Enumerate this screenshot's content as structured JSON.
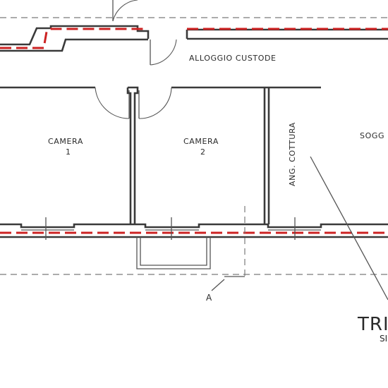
{
  "labels": {
    "alloggio_custode": "ALLOGGIO CUSTODE",
    "camera_1_name": "CAMERA",
    "camera_1_num": "1",
    "camera_2_name": "CAMERA",
    "camera_2_num": "2",
    "ang_cottura": "ANG. COTTURA",
    "soggiorno_partial": "SOGG",
    "section_marker": "A",
    "tri_partial": "TRI",
    "si_partial": "SI"
  },
  "colors": {
    "wall": "#3a3a3a",
    "red_line": "#cc2222",
    "dashed_line": "#7a7a7a",
    "background": "#ffffff"
  }
}
